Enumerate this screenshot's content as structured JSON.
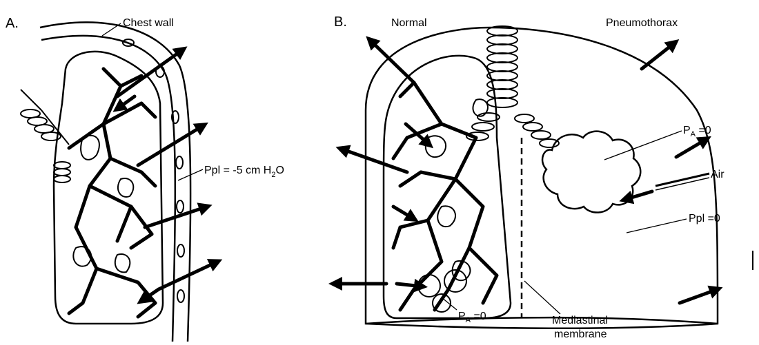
{
  "panels": {
    "a": {
      "letter": "A.",
      "chest_wall": "Chest wall",
      "ppl_main": "Ppl = -5 cm H",
      "ppl_sub": "2",
      "ppl_end": "O"
    },
    "b": {
      "letter": "B.",
      "normal": "Normal",
      "pneumothorax": "Pneumothorax",
      "pa_right_main": "P",
      "pa_right_sub": "A",
      "pa_right_val": " =0",
      "air": "Air",
      "ppl_zero": "Ppl =0",
      "pa_bottom_main": "P",
      "pa_bottom_sub": "A",
      "pa_bottom_val": " =0",
      "mediastinal_1": "Mediastinal",
      "mediastinal_2": "membrane"
    }
  }
}
